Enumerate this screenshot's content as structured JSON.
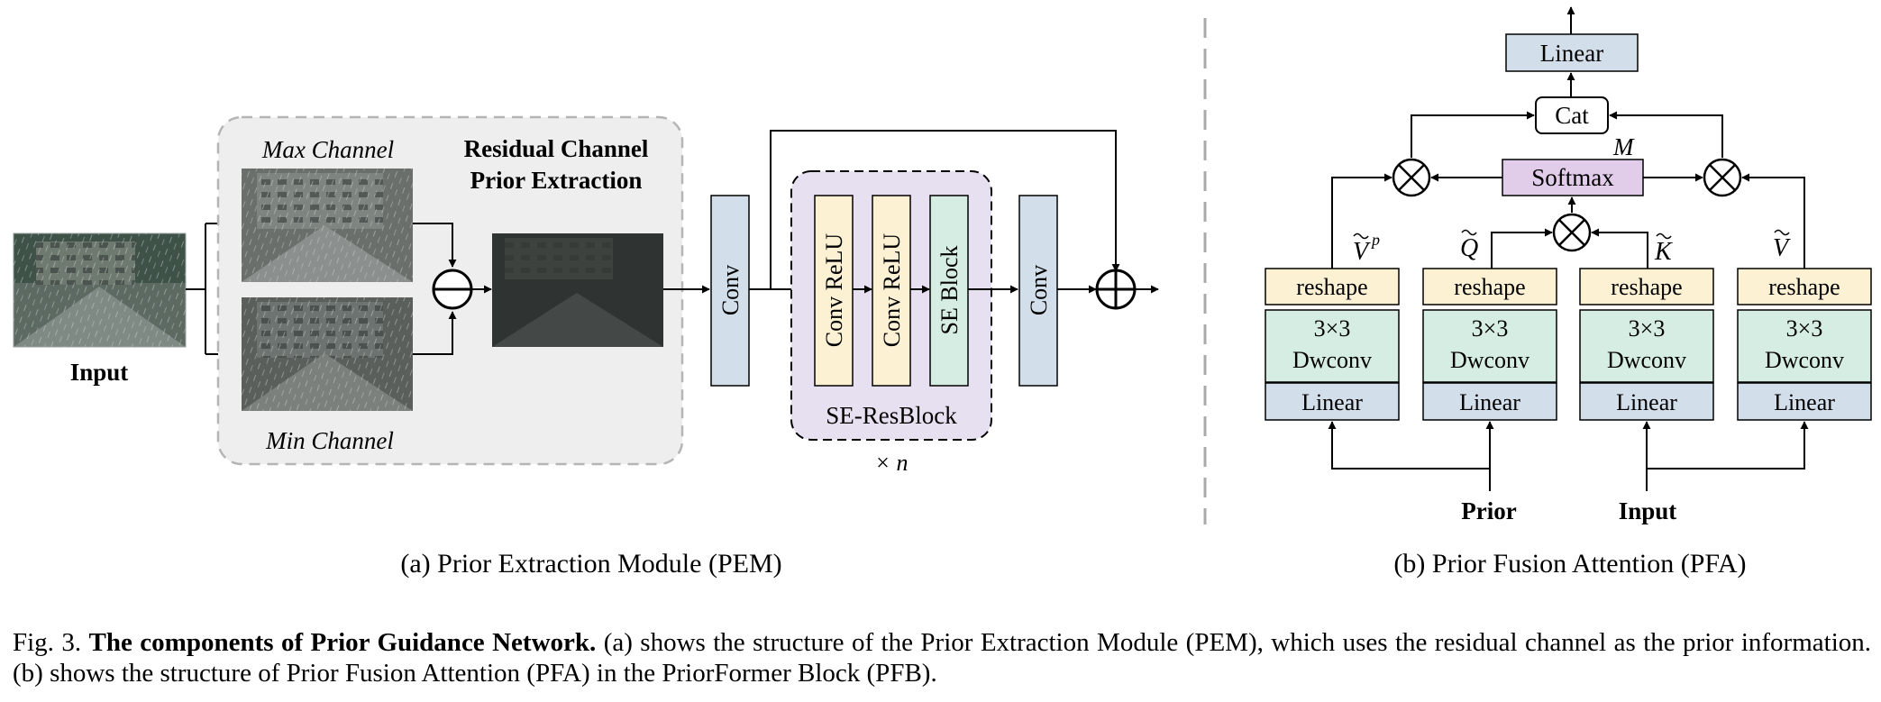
{
  "pem": {
    "input_label": "Input",
    "max_channel": "Max Channel",
    "min_channel": "Min Channel",
    "rcpe_title_line1": "Residual Channel",
    "rcpe_title_line2": "Prior Extraction",
    "conv1": "Conv",
    "conv_relu1": "Conv ReLU",
    "conv_relu2": "Conv ReLU",
    "se_block": "SE Block",
    "conv2": "Conv",
    "se_resblock": "SE-ResBlock",
    "times_n": "× n",
    "subcaption": "(a) Prior Extraction Module (PEM)"
  },
  "pfa": {
    "linear_top": "Linear",
    "cat": "Cat",
    "softmax": "Softmax",
    "m_label": "M",
    "vp_label": "V",
    "vp_sup": "p",
    "q_label": "Q",
    "k_label": "K",
    "v_label": "V",
    "reshape": "reshape",
    "dwconv_line1": "3×3",
    "dwconv_line2": "Dwconv",
    "linear": "Linear",
    "prior": "Prior",
    "input": "Input",
    "subcaption": "(b) Prior Fusion Attention (PFA)"
  },
  "caption": {
    "fig_no": "Fig. 3.",
    "bold": "The components of Prior Guidance Network.",
    "rest": "(a) shows the structure of the Prior Extraction Module (PEM), which uses the residual channel as the prior information. (b) shows the structure of Prior Fusion Attention (PFA) in the PriorFormer Block (PFB)."
  },
  "colors": {
    "conv_fill": "#d3deeb",
    "yellow_fill": "#fdf1d4",
    "green_fill": "#d6ede3",
    "purple_fill": "#e7e0f0",
    "softmax_fill": "#e1cde9",
    "gray_region": "#eeeeee",
    "dashed_gray": "#b5b5b5"
  }
}
